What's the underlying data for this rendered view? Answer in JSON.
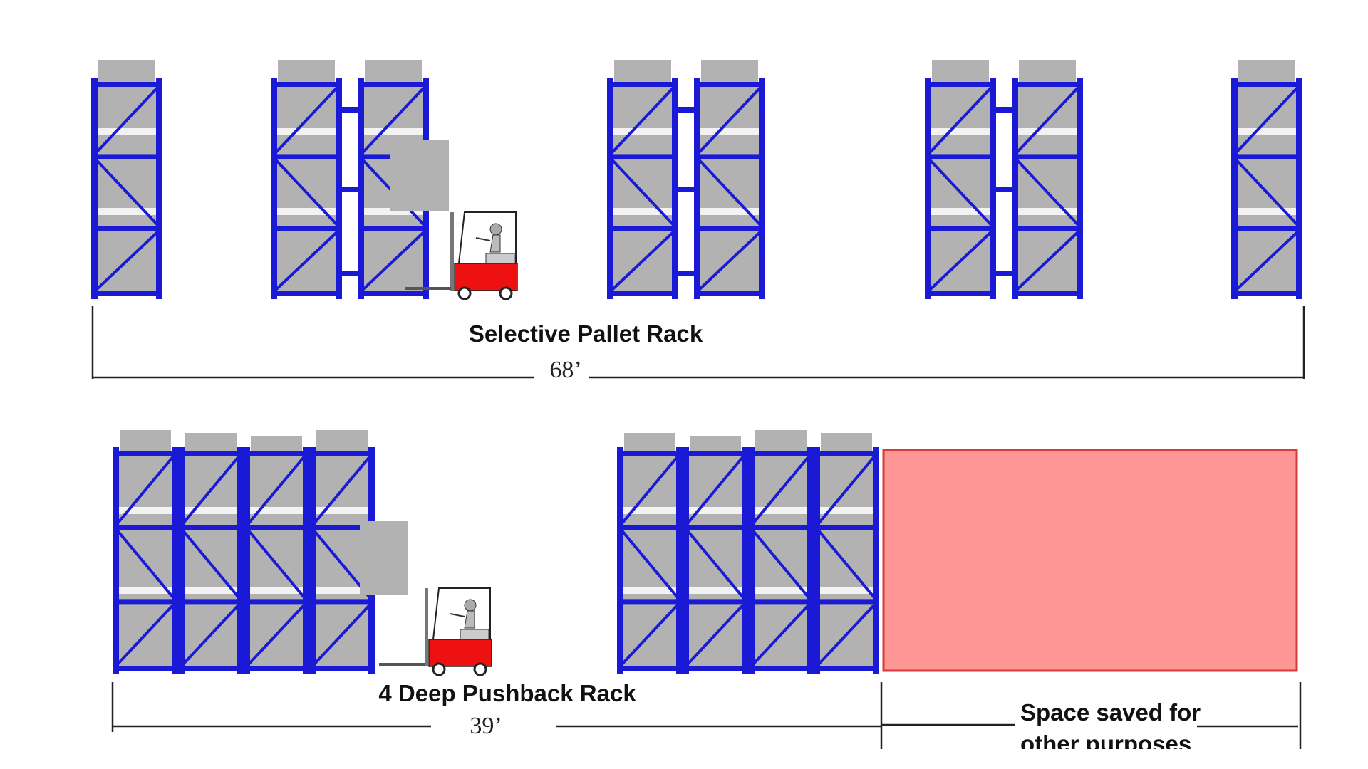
{
  "colors": {
    "rack_frame": "#1a1ad6",
    "pallet_load": "#b2b2b2",
    "shelf_gap": "#f2f2f2",
    "forklift_body": "#ee1111",
    "saved_space_fill": "#ff9696",
    "saved_space_border": "#d23c3c",
    "dimension_line": "#222222"
  },
  "icons": {
    "forklift": "forklift-icon"
  },
  "top_section": {
    "label": "Selective Pallet Rack",
    "dimension": "68’",
    "rack_groups": [
      "single",
      "double",
      "double",
      "double",
      "single"
    ]
  },
  "bottom_section": {
    "label": "4 Deep Pushback Rack",
    "dimension": "39’",
    "rack_blocks": [
      {
        "bays": 4
      },
      {
        "bays": 4
      }
    ],
    "saved_space_label_line1": "Space saved for",
    "saved_space_label_line2": "other purposes"
  }
}
